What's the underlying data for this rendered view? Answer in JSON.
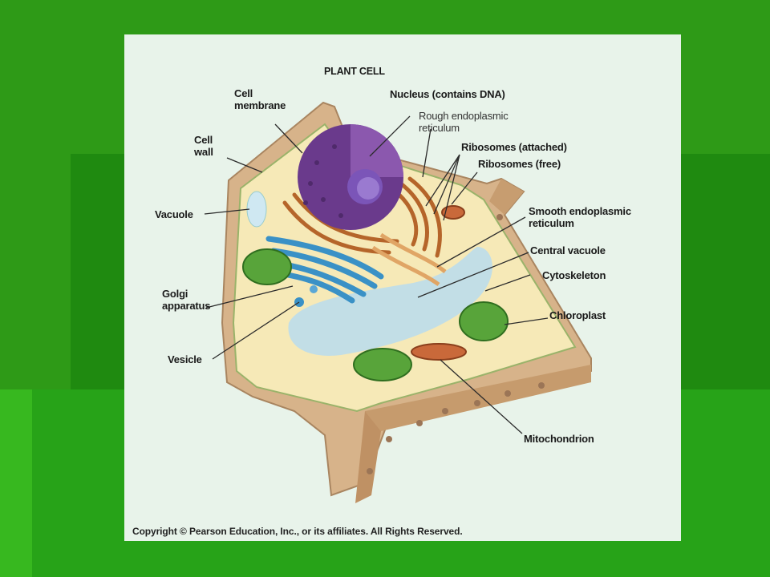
{
  "slide": {
    "background_color": "#2e9a17",
    "figure_title": "PLANT CELL",
    "copyright": "Copyright © Pearson Education, Inc., or its affiliates.  All Rights Reserved."
  },
  "labels": {
    "cell_membrane": "Cell\nmembrane",
    "cell_wall": "Cell\nwall",
    "vacuole": "Vacuole",
    "golgi": "Golgi\napparatus",
    "vesicle": "Vesicle",
    "nucleus": "Nucleus (contains DNA)",
    "rough_er": "Rough endoplasmic\nreticulum",
    "ribosomes_attached": "Ribosomes (attached)",
    "ribosomes_free": "Ribosomes (free)",
    "smooth_er": "Smooth endoplasmic\nreticulum",
    "central_vacuole": "Central vacuole",
    "cytoskeleton": "Cytoskeleton",
    "chloroplast": "Chloroplast",
    "mitochondrion": "Mitochondrion"
  }
}
